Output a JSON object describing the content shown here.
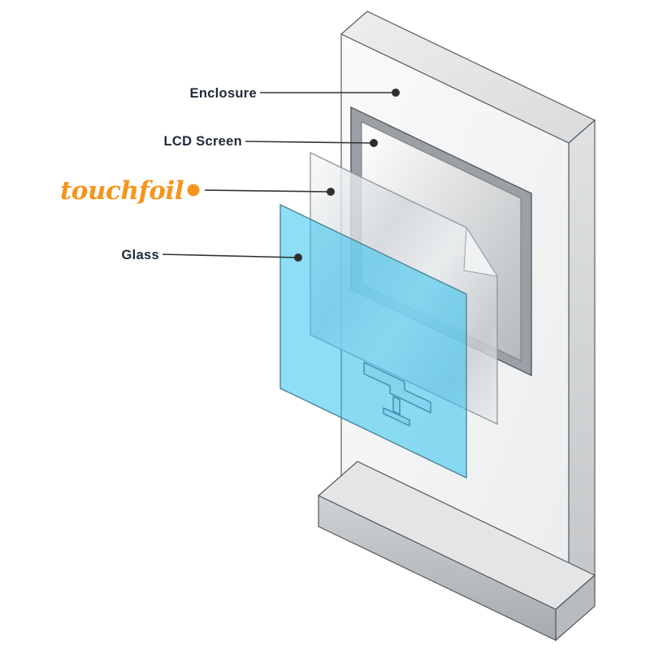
{
  "diagram": {
    "callouts": [
      {
        "label": "Enclosure"
      },
      {
        "label": "LCD Screen"
      },
      {
        "label": "touchfoil"
      },
      {
        "label": "Glass"
      }
    ],
    "colors": {
      "label_text": "#1c2b39",
      "leader_line": "#333333",
      "pointer_dot": "#2f2f2f",
      "brand_orange": "#f7941d",
      "glass_cyan": "#2fc2ee",
      "enclosure_gray": "#efefef",
      "frame_gray": "#9aa0a5",
      "foil_silver": "#d9dde0"
    }
  }
}
